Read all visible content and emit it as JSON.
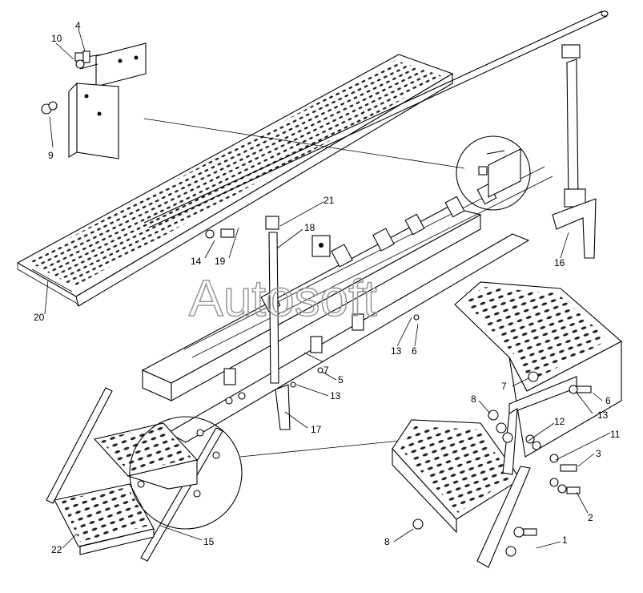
{
  "watermark": "Autosoft",
  "callouts": [
    {
      "id": "c4",
      "text": "4"
    },
    {
      "id": "c10",
      "text": "10"
    },
    {
      "id": "c9",
      "text": "9"
    },
    {
      "id": "c21",
      "text": "21"
    },
    {
      "id": "c18",
      "text": "18"
    },
    {
      "id": "c14",
      "text": "14"
    },
    {
      "id": "c19",
      "text": "19"
    },
    {
      "id": "c20",
      "text": "20"
    },
    {
      "id": "c16",
      "text": "16"
    },
    {
      "id": "c13a",
      "text": "13"
    },
    {
      "id": "c6a",
      "text": "6"
    },
    {
      "id": "c5",
      "text": "5"
    },
    {
      "id": "c7a",
      "text": "7"
    },
    {
      "id": "c13b",
      "text": "13"
    },
    {
      "id": "c17",
      "text": "17"
    },
    {
      "id": "c7b",
      "text": "7"
    },
    {
      "id": "c8a",
      "text": "8"
    },
    {
      "id": "c6b",
      "text": "6"
    },
    {
      "id": "c13c",
      "text": "13"
    },
    {
      "id": "c12",
      "text": "12"
    },
    {
      "id": "c11",
      "text": "11"
    },
    {
      "id": "c3",
      "text": "3"
    },
    {
      "id": "c2",
      "text": "2"
    },
    {
      "id": "c1",
      "text": "1"
    },
    {
      "id": "c8b",
      "text": "8"
    },
    {
      "id": "c22",
      "text": "22"
    },
    {
      "id": "c15",
      "text": "15"
    }
  ]
}
